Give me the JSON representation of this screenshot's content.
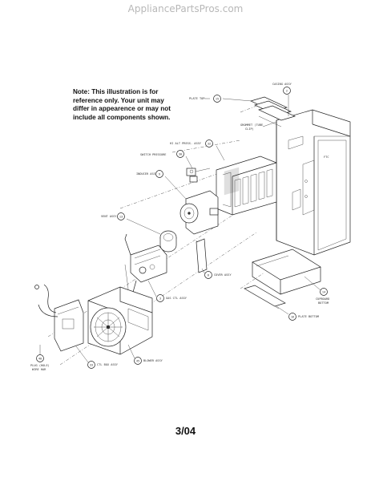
{
  "watermark": "AppliancePartsPros.com",
  "note": {
    "lines": [
      "Note: This illustration is for",
      "reference only. Your unit may",
      "differ in appearence or may not",
      "include all components shown."
    ]
  },
  "page_number": "3/04",
  "callouts": {
    "casing": {
      "label": "CASING ASSY",
      "num": "2"
    },
    "plate_top": {
      "label": "PLATE TOP",
      "num": "15"
    },
    "grommet": {
      "label": "GROMMET (TUBE",
      "label2": "CLIP)",
      "num": ""
    },
    "hi_alt": {
      "label": "HI ALT PRESS. ASSY",
      "num": "32"
    },
    "switch_pressure": {
      "label": "SWITCH PRESSURE",
      "num": "30"
    },
    "inducer": {
      "label": "INDUCER ASSY",
      "num": "9"
    },
    "vent": {
      "label": "VENT ASSY",
      "num": "13"
    },
    "cover": {
      "label": "COVER ASSY",
      "num": "6"
    },
    "gas_ctl": {
      "label": "GAS CTL ASSY",
      "num": "3"
    },
    "cupboard": {
      "label": "CUPBOARD",
      "label2": "BOTTOM",
      "num": "14"
    },
    "plate_bottom": {
      "label": "PLATE BOTTOM",
      "num": "16"
    },
    "blower": {
      "label": "BLOWER ASSY",
      "num": "45"
    },
    "ctl_box": {
      "label": "CTL BOX ASSY",
      "num": "33"
    },
    "plug": {
      "label": "PLUG (HOLE)",
      "label2": "WIRE HAR",
      "num": "40"
    },
    "ftc": {
      "label": "FTC"
    }
  }
}
